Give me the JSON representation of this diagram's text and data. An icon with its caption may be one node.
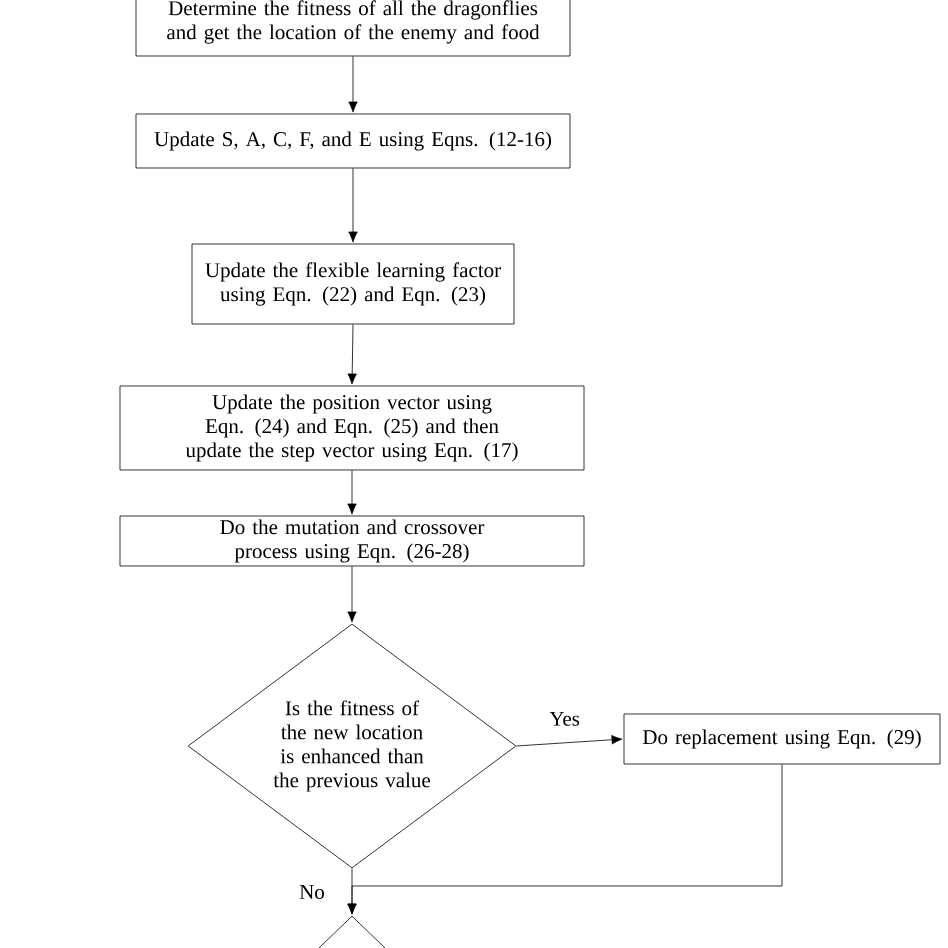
{
  "diagram": {
    "nodes": [
      {
        "text": [
          "Determine the fitness of all the dragonflies and get the location of the enemy and food"
        ]
      },
      {
        "text": [
          "Update S, A, C, F, and E using Eqns. (12-16)"
        ]
      },
      {
        "text": [
          "Update the flexible learning factor using Eqn. (22) and Eqn. (23)"
        ]
      },
      {
        "text": [
          "Update the position vector using Eqn. (24) and Eqn. (25) and then update the step vector using Eqn. (17)"
        ]
      },
      {
        "text": [
          "Do the mutation and crossover process using Eqn. (26-28)"
        ]
      },
      {
        "text": [
          "Is the fitness of the new location is enhanced than the previous value"
        ]
      },
      {
        "text": [
          "Do replacement using Eqn. (29)"
        ]
      },
      {
        "text": [],
        "shape": "diamond"
      }
    ],
    "edges": [
      {
        "from": 0,
        "to": 1,
        "arrow": "to"
      },
      {
        "from": 1,
        "to": 2,
        "arrow": "to"
      },
      {
        "from": 2,
        "to": 3,
        "arrow": "to"
      },
      {
        "from": 3,
        "to": 4,
        "arrow": "to"
      },
      {
        "from": 4,
        "to": 5,
        "arrow": "to"
      },
      {
        "from": 5,
        "to": 6,
        "label": "Yes",
        "arrow": "to"
      },
      {
        "from": 5,
        "to": 7,
        "label": "No",
        "arrow": "to"
      },
      {
        "from": 6,
        "to": 7,
        "arrow": "to"
      }
    ]
  }
}
